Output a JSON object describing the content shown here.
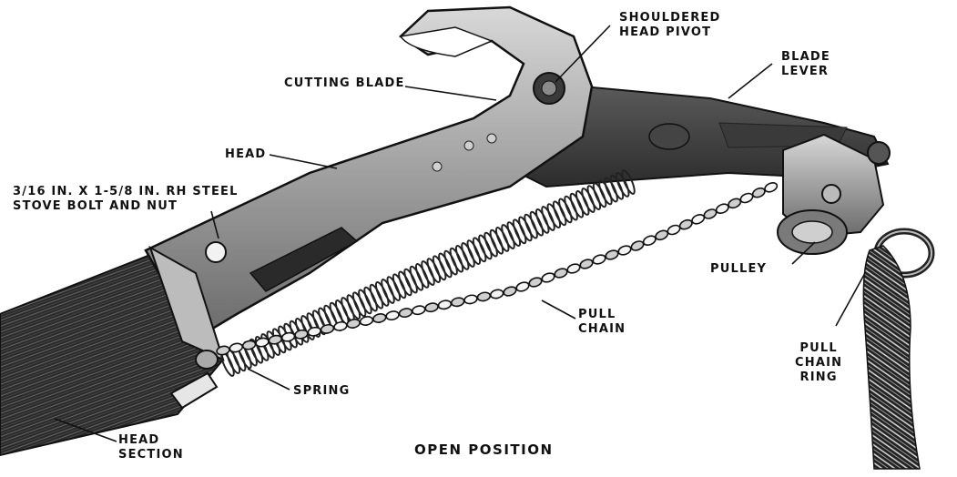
{
  "labels": {
    "shouldered_head_pivot": [
      "SHOULDERED",
      "HEAD PIVOT"
    ],
    "blade_lever": [
      "BLADE",
      "LEVER"
    ],
    "cutting_blade": [
      "CUTTING BLADE"
    ],
    "head": [
      "HEAD"
    ],
    "stove_bolt": [
      "3/16 IN. X 1-5/8 IN. RH STEEL",
      "STOVE BOLT AND NUT"
    ],
    "pulley": [
      "PULLEY"
    ],
    "pull_chain": [
      "PULL",
      "CHAIN"
    ],
    "pull_chain_ring": [
      "PULL",
      "CHAIN",
      "RING"
    ],
    "spring": [
      "SPRING"
    ],
    "head_section": [
      "HEAD",
      "SECTION"
    ]
  },
  "caption": "OPEN POSITION",
  "colors": {
    "ink": "#111111",
    "metal": "#9a9a9a",
    "dark_metal": "#4a4a4a",
    "wood": "#2e2e2e",
    "paper": "#ffffff"
  }
}
